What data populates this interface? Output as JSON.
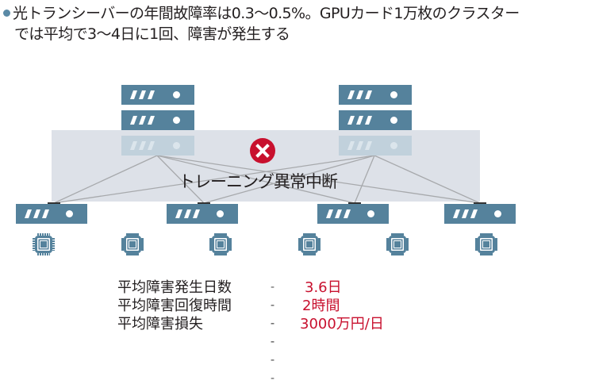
{
  "caption": {
    "line1": "光トランシーバーの年間故障率は0.3〜0.5%。GPUカード1万枚のクラスター",
    "line2": "では平均で3〜4日に1回、障害が発生する"
  },
  "diagram": {
    "error_icon": "error-x-icon",
    "halt_label": "トレーニング異常中断",
    "colors": {
      "server": "#55829c",
      "server_faded": "#c1d1dc",
      "band": "#dde1e8",
      "error": "#c8102e",
      "link": "#a7a9ac"
    },
    "top_servers": [
      {
        "name": "spine-switch-left",
        "units": 3,
        "failed_unit": 3
      },
      {
        "name": "spine-switch-right",
        "units": 3,
        "failed_unit": 3
      }
    ],
    "bottom_servers": 4,
    "gpu_chips": 6
  },
  "stats": [
    {
      "label": "平均障害発生日数",
      "dash": "----",
      "value": "3.6日"
    },
    {
      "label": "平均障害回復時間",
      "dash": "----",
      "value": "2時間"
    },
    {
      "label": "平均障害損失",
      "dash": "----",
      "value": "3000万円/日"
    }
  ]
}
